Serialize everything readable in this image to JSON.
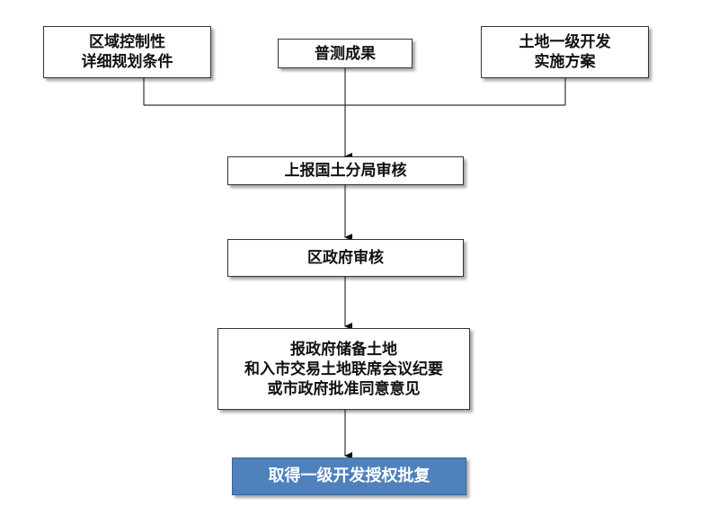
{
  "diagram": {
    "top_boxes": {
      "regulatory": {
        "lines": [
          "区域控制性",
          "详细规划条件"
        ]
      },
      "survey": {
        "lines": [
          "普测成果"
        ]
      },
      "plan": {
        "lines": [
          "土地一级开发",
          "实施方案"
        ]
      }
    },
    "steps": {
      "land_bureau": {
        "lines": [
          "上报国土分局审核"
        ]
      },
      "district_gov": {
        "lines": [
          "区政府审核"
        ]
      },
      "city_approval": {
        "lines": [
          "报政府储备土地",
          "和入市交易土地联席会议纪要",
          "或市政府批准同意意见"
        ]
      }
    },
    "final": {
      "lines": [
        "取得一级开发授权批复"
      ]
    },
    "colors": {
      "final_fill": "#4f81bd",
      "line": "#333333"
    }
  }
}
